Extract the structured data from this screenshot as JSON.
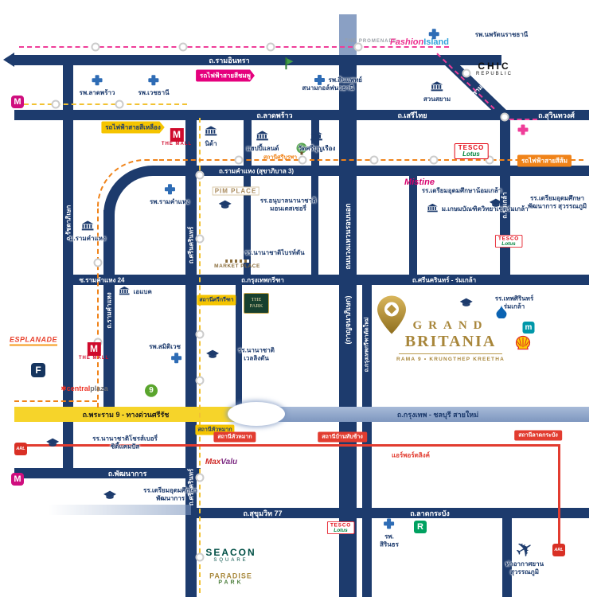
{
  "brand": {
    "grand": "GRAND",
    "britania": "BRITANIA",
    "subtitle": "RAMA 9 • KRUNGTHEP KREETHA"
  },
  "colors": {
    "navy": "#1d3b6d",
    "yellow_road": "#f6d42a",
    "pink_line": "#ef3d99",
    "yellow_line": "#f2c233",
    "orange_line": "#f08319",
    "arl_red": "#e23c30",
    "gold": "#a8863a"
  },
  "roads": {
    "ramindra": "ถ.รามอินทรา",
    "ladprao": "ถ.ลาดพร้าว",
    "serithai": "ถ.เสรีไทย",
    "suwinthawong": "ถ.สุวินทวงศ์",
    "ramkhamhaeng_s3": "ถ.รามคำแหง (สุขาภิบาล 3)",
    "ram24": "ซ.รามคำแหง 24",
    "krungthep_kreetha": "ถ.กรุงเทพกรีฑา",
    "srinakarin_romklao": "ถ.ศรีนครินทร์ - ร่มเกล้า",
    "rama9": "ถ.พระราม 9 - ทางด่วนศรีรัช",
    "motorway": "ถ.กรุงเทพ - ชลบุรี สายใหม่",
    "pattanakarn": "ถ.พัฒนาการ",
    "sukhumvit77": "ถ.สุขุมวิท 77",
    "latkrabang": "ถ.ลาดกระบัง",
    "ratchadaphisek": "ถ.รัชดาภิเษก",
    "ramkhamhaeng": "ถ.รามคำแหง",
    "srinakarin": "ถ.ศรีนครินทร์",
    "ring1": "ถนนวงแหวนรอบนอก",
    "ring2": "(กาญจนาภิเษก)",
    "romklao": "ถ.ร่มเกล้า",
    "kk_new": "ถ.กรุงเทพกรีฑาตัดใหม่"
  },
  "transit": {
    "pink_line": "รถไฟฟ้าสายสีชมพู",
    "yellow_line": "รถไฟฟ้าสายสีเหลือง",
    "orange_line": "รถไฟฟ้าสายสีส้ม",
    "st_srikreetha": "สถานีศรีกรีฑา",
    "st_huamak_y": "สถานีหัวหมาก",
    "st_sriburapha": "สถานีศรีบูรพา",
    "st_huamak_arl": "สถานีหัวหมาก",
    "st_banthapchang": "สถานีบ้านทับช้าง",
    "airport_link": "แอร์พอร์ตลิงค์",
    "st_latkrabang": "สถานีลาดกระบัง",
    "arl": "ARL"
  },
  "places": {
    "promenade": "THE PROMENADE",
    "fashion1": "Fashion",
    "fashion2": "Island",
    "chic1": "CHIC",
    "chic2": "REPUBLIC",
    "h_nopparat": "รพ.นพรัตนราชธานี",
    "h_ladprao": "รพ.ลาดพร้าว",
    "h_vejthani": "รพ.เวชธานี",
    "h_sinphaet": "รพ.สินแพทย์",
    "golf_navatanee": "สนามกอล์ฟนวธานี",
    "siam_park": "สวนสยาม",
    "m": "M",
    "the_mall": "THE MALL",
    "nida": "นิด้า",
    "happyland": "แฮปปี้แลนด์",
    "wat_sribunruang": "วัดศรีบุญเรือง",
    "tesco1": "TESCO",
    "tesco2": "Lotus",
    "pim_place": "PIM PLACE",
    "h_ramkhamhaeng": "รพ.รามคำแหง",
    "montessori1": "รร.อนุบาลนานาชาติ",
    "montessori2": "มอนเตสเซอรี่",
    "mistine": "Mistine",
    "noomklao": "รร.เตรียมอุดมศึกษาน้อมเกล้า",
    "kasem": "ม.เกษมบัณฑิตวิทยาเขตร่มเกล้า",
    "triam_suv1": "รร.เตรียมอุดมศึกษา",
    "triam_suv2": "พัฒนาการ สุวรรณภูมิ",
    "u_ramkhamhaeng": "ม.รามคำแหง",
    "abac": "เอแบค",
    "market_place": "MARKET PLACE",
    "brighton": "รร.นานาชาติไบรท์ตัน",
    "the_park1": "THE",
    "the_park2": "PARK",
    "wellington1": "รร.นานาชาติ",
    "wellington2": "เวลลิงตัน",
    "h_samitivej": "รพ.สมิติเวช",
    "debsirin1": "รร.เทพศิรินทร์",
    "debsirin2": "ร่มเกล้า",
    "makro": "m",
    "esplanade": "ESPLANADE",
    "fortune": "F",
    "central1": "central",
    "central2": "plaza",
    "nine": "9",
    "shrewsbury1": "รร.นานาชาติโชรส์เบอรี่",
    "shrewsbury2": "ซิตี้แคมปัส",
    "maxvalu1": "Max",
    "maxvalu2": "Valu",
    "triam_pat1": "รร.เตรียมอุดมศึกษา",
    "triam_pat2": "พัฒนาการ",
    "h_sirindhorn1": "รพ.",
    "h_sirindhorn2": "สิรินธร",
    "robinson": "R",
    "seacon1": "SEACON",
    "seacon2": "SQUARE",
    "paradise1": "PARADISE",
    "paradise2": "PARK",
    "airport1": "ท่าอากาศยาน",
    "airport2": "สุวรรณภูมิ"
  }
}
